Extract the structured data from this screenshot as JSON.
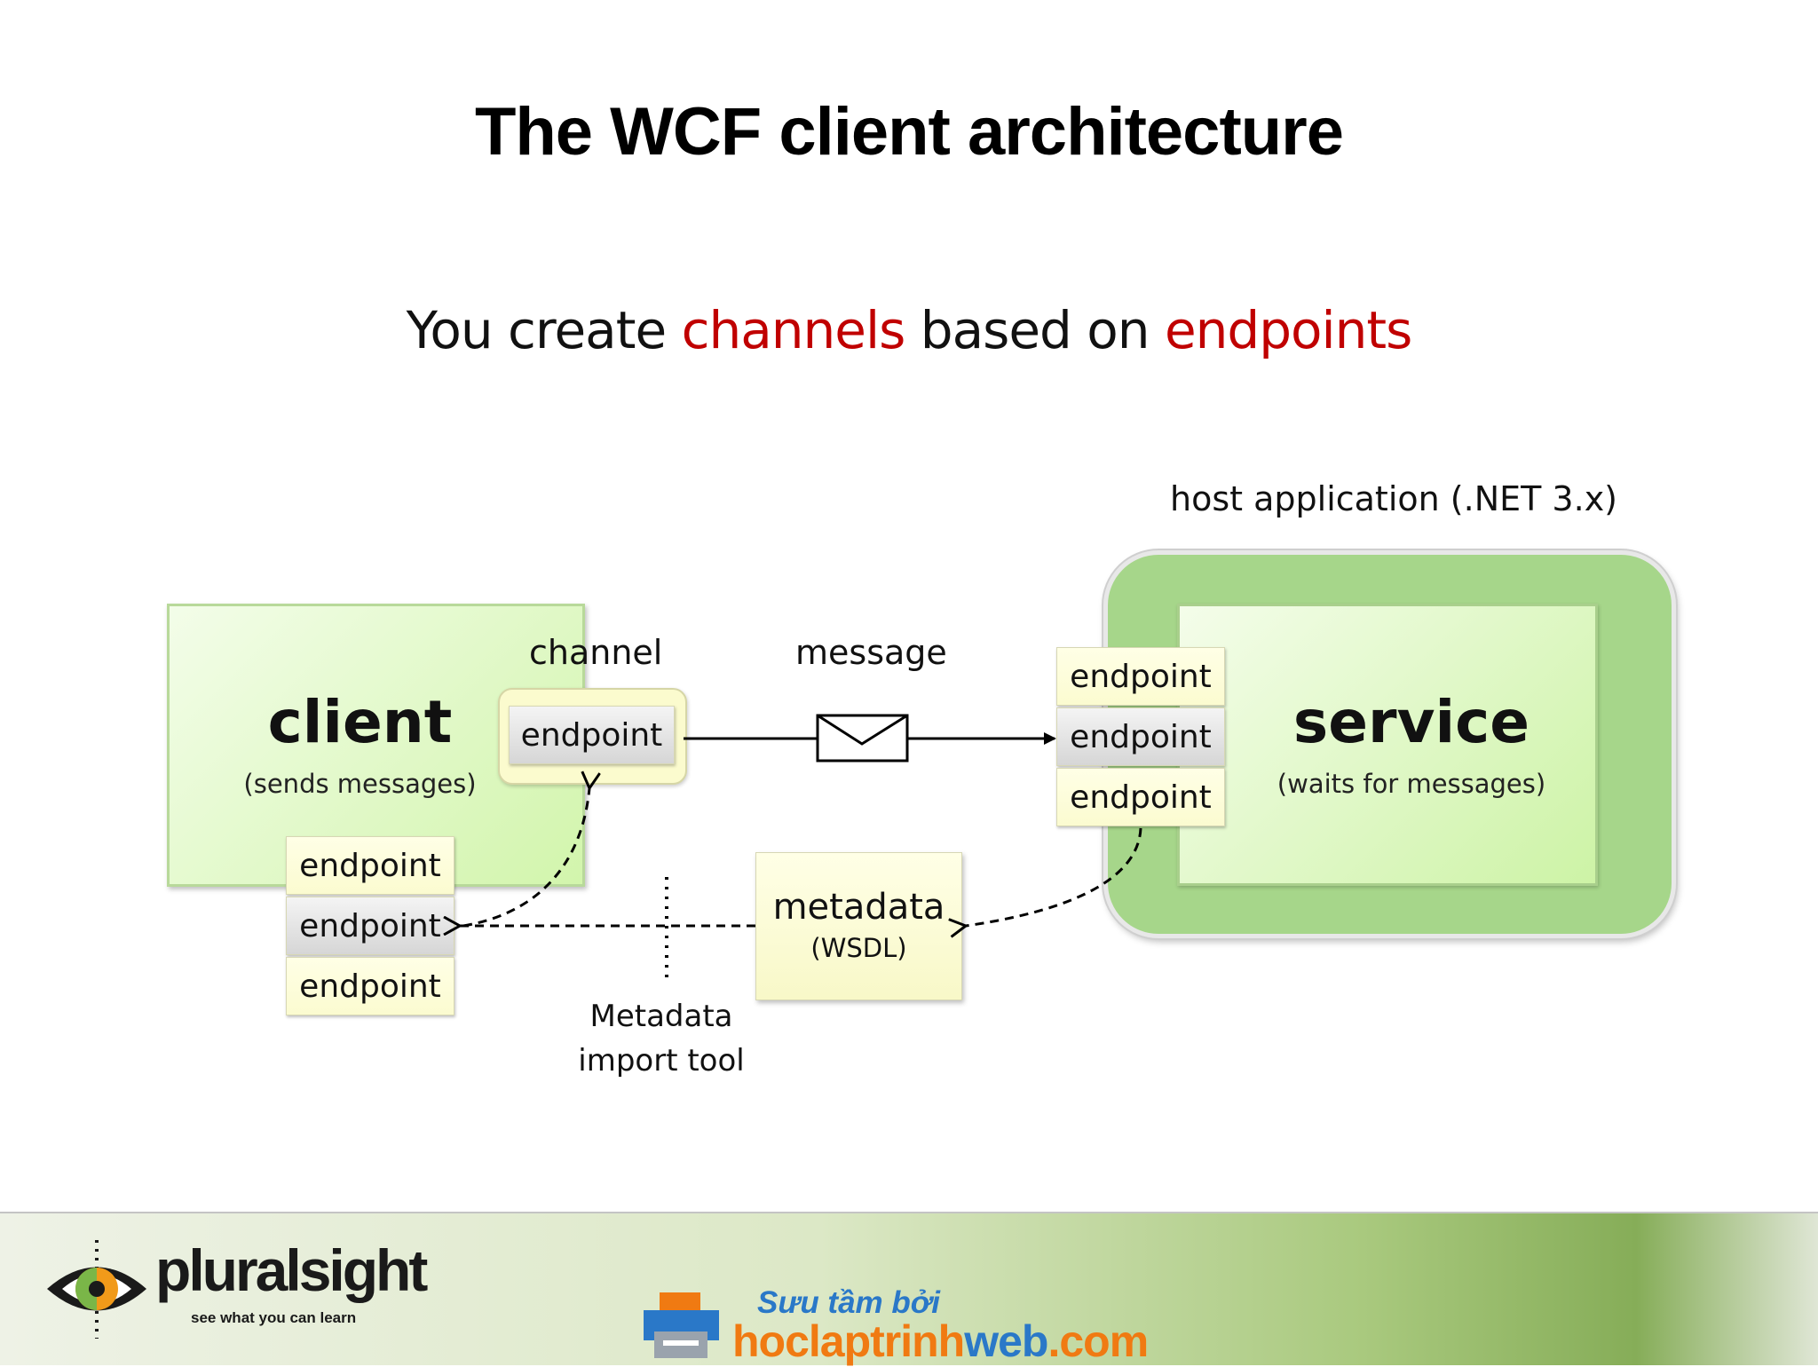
{
  "slide": {
    "title": "The WCF client architecture",
    "subtitle": {
      "part1": "You create ",
      "hl1": "channels",
      "part2": " based on ",
      "hl2": "endpoints"
    }
  },
  "diagram": {
    "host_label": "host application (.NET 3.x)",
    "client": {
      "title": "client",
      "caption": "(sends messages)"
    },
    "service": {
      "title": "service",
      "caption": "(waits for messages)"
    },
    "channel_label": "channel",
    "channel_endpoint": "endpoint",
    "message_label": "message",
    "client_endpoints": [
      "endpoint",
      "endpoint",
      "endpoint"
    ],
    "service_endpoints": [
      "endpoint",
      "endpoint",
      "endpoint"
    ],
    "metadata": {
      "title": "metadata",
      "caption": "(WSDL)"
    },
    "import_tool": {
      "line1": "Metadata",
      "line2": "import tool"
    }
  },
  "footer": {
    "brand": "pluralsight",
    "tagline": "see what you can learn",
    "credit_line1": "Sưu tầm bởi",
    "credit_site_a": "hoclaptrinh",
    "credit_site_b": "web",
    "credit_site_c": ".com"
  },
  "colors": {
    "highlight": "#c00000",
    "host_green": "#a6d68a",
    "credit_blue": "#2a78c8",
    "credit_orange": "#f07a12"
  },
  "icons": [
    "envelope-icon",
    "pluralsight-eye-icon",
    "printer-logo-icon"
  ]
}
